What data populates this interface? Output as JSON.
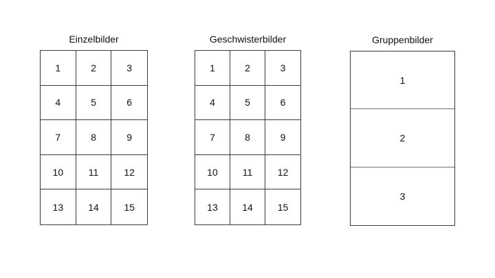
{
  "colors": {
    "background": "#ffffff",
    "grid_line": "#3a3a3a",
    "group_divider_line": "#6e6e6e",
    "text": "#111111"
  },
  "sections": [
    {
      "title": "Einzelbilder",
      "columns": 3,
      "rows": 5,
      "cells": [
        "1",
        "2",
        "3",
        "4",
        "5",
        "6",
        "7",
        "8",
        "9",
        "10",
        "11",
        "12",
        "13",
        "14",
        "15"
      ]
    },
    {
      "title": "Geschwisterbilder",
      "columns": 3,
      "rows": 5,
      "cells": [
        "1",
        "2",
        "3",
        "4",
        "5",
        "6",
        "7",
        "8",
        "9",
        "10",
        "11",
        "12",
        "13",
        "14",
        "15"
      ]
    },
    {
      "title": "Gruppenbilder",
      "columns": 1,
      "rows": 3,
      "cells": [
        "1",
        "2",
        "3"
      ]
    }
  ]
}
